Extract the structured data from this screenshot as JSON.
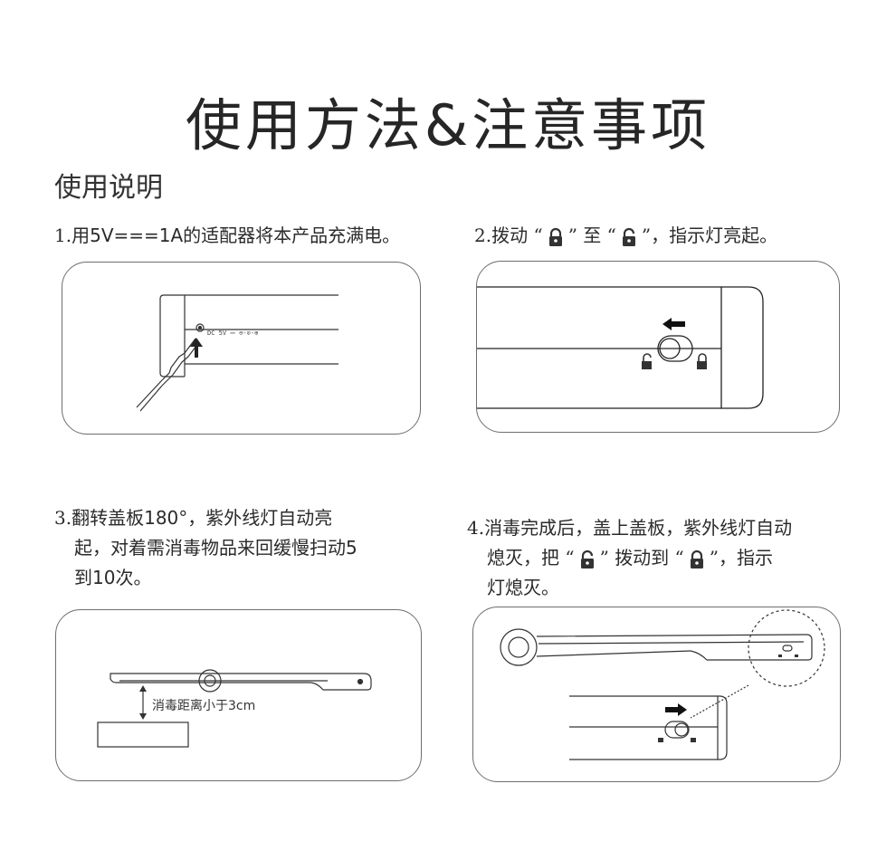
{
  "title": "使用方法&注意事项",
  "subtitle": "使用说明",
  "steps": [
    {
      "num": "1.",
      "text": "用5V===1A的适配器将本产品充满电。"
    },
    {
      "num": "2.",
      "pre": "拨动",
      "q1": "“",
      "q2": "”",
      "mid": "至",
      "post": "，指示灯亮起。"
    },
    {
      "num": "3.",
      "line1": "翻转盖板180°，紫外线灯自动亮",
      "line2": "起，对着需消毒物品来回缓慢扫动5",
      "line3": "到10次。"
    },
    {
      "num": "4.",
      "line1": "消毒完成后，盖上盖板，紫外线灯自动",
      "line2_a": "熄灭，把",
      "line2_b": "拨动到",
      "line2_c": "，指示",
      "line3": "灯熄灭。"
    }
  ],
  "panel1": {
    "port_label": "DC 5V ⎓ ⊖-⊙-⊕"
  },
  "panel3": {
    "distance_label": "消毒距离小于3cm"
  },
  "colors": {
    "stroke": "#333333",
    "panel_border": "#6e6e6e"
  }
}
